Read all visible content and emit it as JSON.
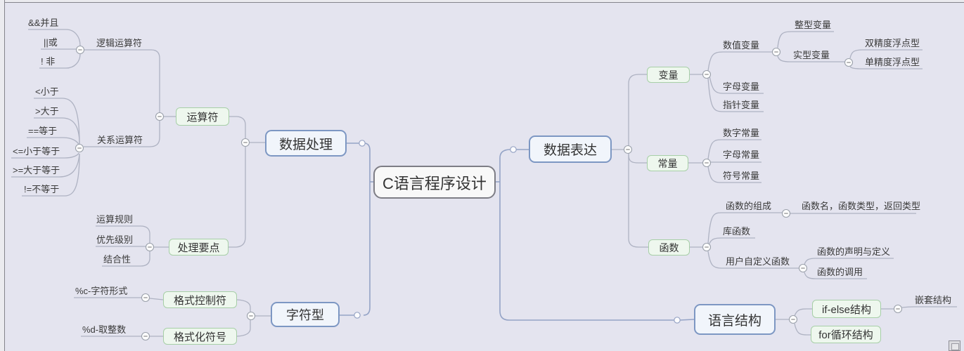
{
  "colors": {
    "background": "#e4e4ef",
    "root_fill": "#f8f8f8",
    "root_border": "#7d7d85",
    "blue_node_fill": "#f1f5fb",
    "blue_node_border": "#7d97c3",
    "green_node_fill": "#eef7ee",
    "green_node_border": "#a7cfa7",
    "edge": "#aeb2c2",
    "trunk_edge": "#94a3c6",
    "text": "#333333"
  },
  "root": {
    "label": "C语言程序设计"
  },
  "data_processing": {
    "label": "数据处理",
    "operators": {
      "label": "运算符",
      "logical": {
        "label": "逻辑运算符",
        "items": [
          "&&并且",
          "||或",
          "! 非"
        ]
      },
      "relational": {
        "label": "关系运算符",
        "items": [
          "<小于",
          ">大于",
          "==等于",
          "<=小于等于",
          ">=大于等于",
          "!=不等于"
        ]
      }
    },
    "key_points": {
      "label": "处理要点",
      "items": [
        "运算规则",
        "优先级别",
        "结合性"
      ]
    }
  },
  "char_type": {
    "label": "字符型",
    "format_control": {
      "label": "格式控制符",
      "example": "%c-字符形式"
    },
    "format_symbol": {
      "label": "格式化符号",
      "example": "%d-取整数"
    }
  },
  "data_expression": {
    "label": "数据表达",
    "variable": {
      "label": "变量",
      "numeric": {
        "label": "数值变量",
        "integer": "整型变量",
        "real": {
          "label": "实型变量",
          "double_precision": "双精度浮点型",
          "single_precision": "单精度浮点型"
        }
      },
      "letter": "字母变量",
      "pointer": "指针变量"
    },
    "constant": {
      "label": "常量",
      "items": [
        "数字常量",
        "字母常量",
        "符号常量"
      ]
    },
    "function": {
      "label": "函数",
      "composition": {
        "label": "函数的组成",
        "detail": "函数名，函数类型，返回类型"
      },
      "library": "库函数",
      "user_defined": {
        "label": "用户自定义函数",
        "declaration": "函数的声明与定义",
        "call": "函数的调用"
      }
    }
  },
  "language_structure": {
    "label": "语言结构",
    "if_else": {
      "label": "if-else结构",
      "nested": "嵌套结构"
    },
    "for_loop": {
      "label": "for循环结构"
    }
  }
}
